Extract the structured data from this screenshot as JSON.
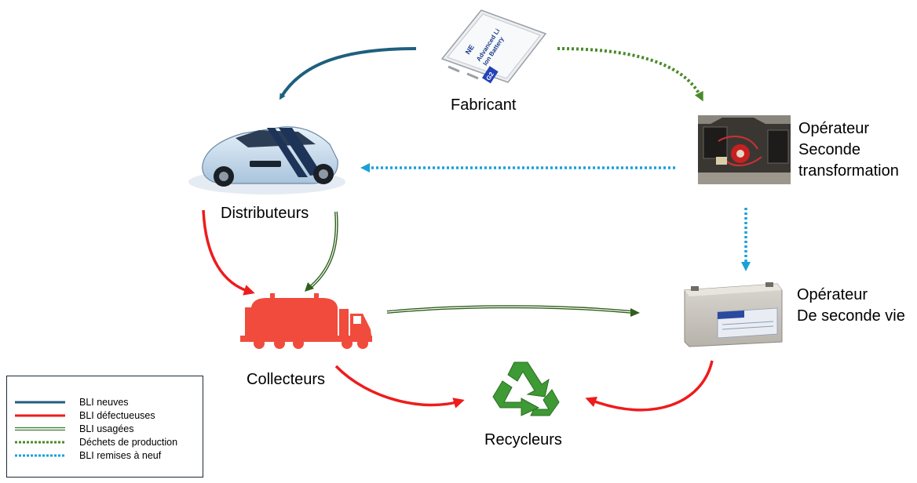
{
  "nodes": {
    "fabricant": "Fabricant",
    "distributeurs": "Distributeurs",
    "collecteurs": "Collecteurs",
    "recycleurs": "Recycleurs",
    "seconde_transformation": [
      "Opérateur",
      "Seconde",
      "transformation"
    ],
    "seconde_vie": [
      "Opérateur",
      "De seconde vie"
    ]
  },
  "battery_label": {
    "brand": "NE",
    "lines": [
      "Advanced Li",
      "Ion Battery"
    ],
    "badge": "G2"
  },
  "legend": [
    {
      "label": "BLI neuves",
      "style": "solid",
      "color": "#1f5f7e"
    },
    {
      "label": "BLI défectueuses",
      "style": "solid",
      "color": "#ee1c1c"
    },
    {
      "label": "BLI usagées",
      "style": "double",
      "color": "#3a7a2a"
    },
    {
      "label": "Déchets de production",
      "style": "dotted",
      "color": "#4a8a2a"
    },
    {
      "label": "BLI remises à neuf",
      "style": "dotted",
      "color": "#1aa0d8"
    }
  ],
  "colors": {
    "neuves": "#1f5f7e",
    "defectueuses": "#ee1c1c",
    "usagees": "#3a6b22",
    "dechets": "#4a8a2a",
    "remises": "#1aa0d8",
    "truck": "#f04b3c",
    "recycle": "#3e9a34"
  }
}
